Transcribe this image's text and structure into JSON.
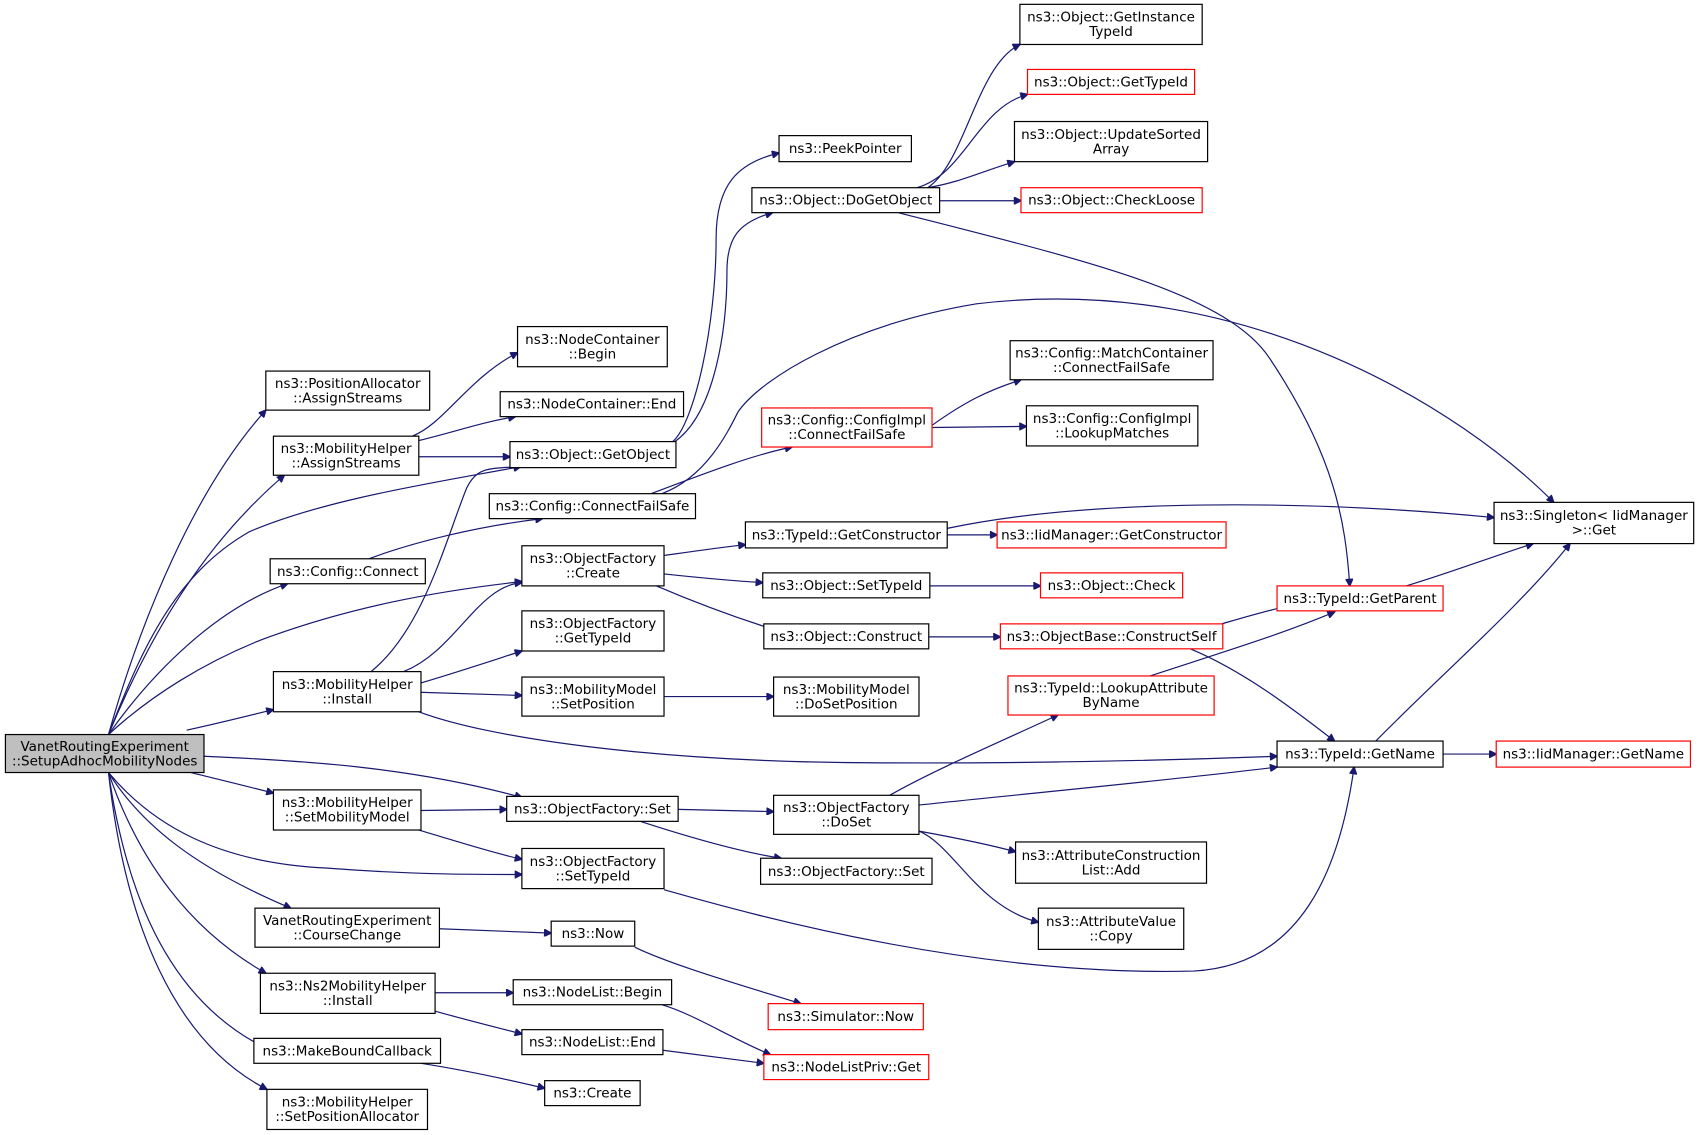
{
  "colors": {
    "edge": "#191970",
    "node_border": "#000000",
    "node_border_external": "#ff0000",
    "root_fill": "#bfbfbf"
  },
  "nodes": {
    "root": [
      "VanetRoutingExperiment",
      "::SetupAdhocMobilityNodes"
    ],
    "posalloc_assign": [
      "ns3::PositionAllocator",
      "::AssignStreams"
    ],
    "mob_assign": [
      "ns3::MobilityHelper",
      "::AssignStreams"
    ],
    "config_connect": [
      "ns3::Config::Connect"
    ],
    "mob_install": [
      "ns3::MobilityHelper",
      "::Install"
    ],
    "mob_setmodel": [
      "ns3::MobilityHelper",
      "::SetMobilityModel"
    ],
    "vre_course": [
      "VanetRoutingExperiment",
      "::CourseChange"
    ],
    "ns2_install": [
      "ns3::Ns2MobilityHelper",
      "::Install"
    ],
    "make_bound": [
      "ns3::MakeBoundCallback"
    ],
    "mob_setpos": [
      "ns3::MobilityHelper",
      "::SetPositionAllocator"
    ],
    "nc_begin": [
      "ns3::NodeContainer",
      "::Begin"
    ],
    "nc_end": [
      "ns3::NodeContainer::End"
    ],
    "obj_getobject": [
      "ns3::Object::GetObject"
    ],
    "cfg_connectfs": [
      "ns3::Config::ConnectFailSafe"
    ],
    "of_create": [
      "ns3::ObjectFactory",
      "::Create"
    ],
    "of_gettypeid": [
      "ns3::ObjectFactory",
      "::GetTypeId"
    ],
    "mm_setpos": [
      "ns3::MobilityModel",
      "::SetPosition"
    ],
    "of_set": [
      "ns3::ObjectFactory::Set"
    ],
    "of_settypeid": [
      "ns3::ObjectFactory",
      "::SetTypeId"
    ],
    "now": [
      "ns3::Now"
    ],
    "nl_begin": [
      "ns3::NodeList::Begin"
    ],
    "nl_end": [
      "ns3::NodeList::End"
    ],
    "create": [
      "ns3::Create"
    ],
    "peek": [
      "ns3::PeekPointer"
    ],
    "obj_dogetobject": [
      "ns3::Object::DoGetObject"
    ],
    "cfgimpl_connectfs": [
      "ns3::Config::ConfigImpl",
      "::ConnectFailSafe"
    ],
    "tid_getctor": [
      "ns3::TypeId::GetConstructor"
    ],
    "obj_settypeid": [
      "ns3::Object::SetTypeId"
    ],
    "obj_construct": [
      "ns3::Object::Construct"
    ],
    "mm_dosetpos": [
      "ns3::MobilityModel",
      "::DoSetPosition"
    ],
    "of_doset": [
      "ns3::ObjectFactory",
      "::DoSet"
    ],
    "of_set2": [
      "ns3::ObjectFactory::Set"
    ],
    "sim_now": [
      "ns3::Simulator::Now"
    ],
    "nlp_get": [
      "ns3::NodeListPriv::Get"
    ],
    "obj_getinst": [
      "ns3::Object::GetInstance",
      "TypeId"
    ],
    "obj_gettypeid": [
      "ns3::Object::GetTypeId"
    ],
    "obj_updsorted": [
      "ns3::Object::UpdateSorted",
      "Array"
    ],
    "obj_checkloose": [
      "ns3::Object::CheckLoose"
    ],
    "cfg_match": [
      "ns3::Config::MatchContainer",
      "::ConnectFailSafe"
    ],
    "cfgimpl_lookup": [
      "ns3::Config::ConfigImpl",
      "::LookupMatches"
    ],
    "iid_getctor": [
      "ns3::IidManager::GetConstructor"
    ],
    "obj_check": [
      "ns3::Object::Check"
    ],
    "ob_constructself": [
      "ns3::ObjectBase::ConstructSelf"
    ],
    "tid_lookupattr": [
      "ns3::TypeId::LookupAttribute",
      "ByName"
    ],
    "acl_add": [
      "ns3::AttributeConstruction",
      "List::Add"
    ],
    "av_copy": [
      "ns3::AttributeValue",
      "::Copy"
    ],
    "tid_getparent": [
      "ns3::TypeId::GetParent"
    ],
    "tid_getname": [
      "ns3::TypeId::GetName"
    ],
    "singleton_get": [
      "ns3::Singleton< IidManager",
      ">::Get"
    ],
    "iid_getname": [
      "ns3::IidManager::GetName"
    ]
  }
}
